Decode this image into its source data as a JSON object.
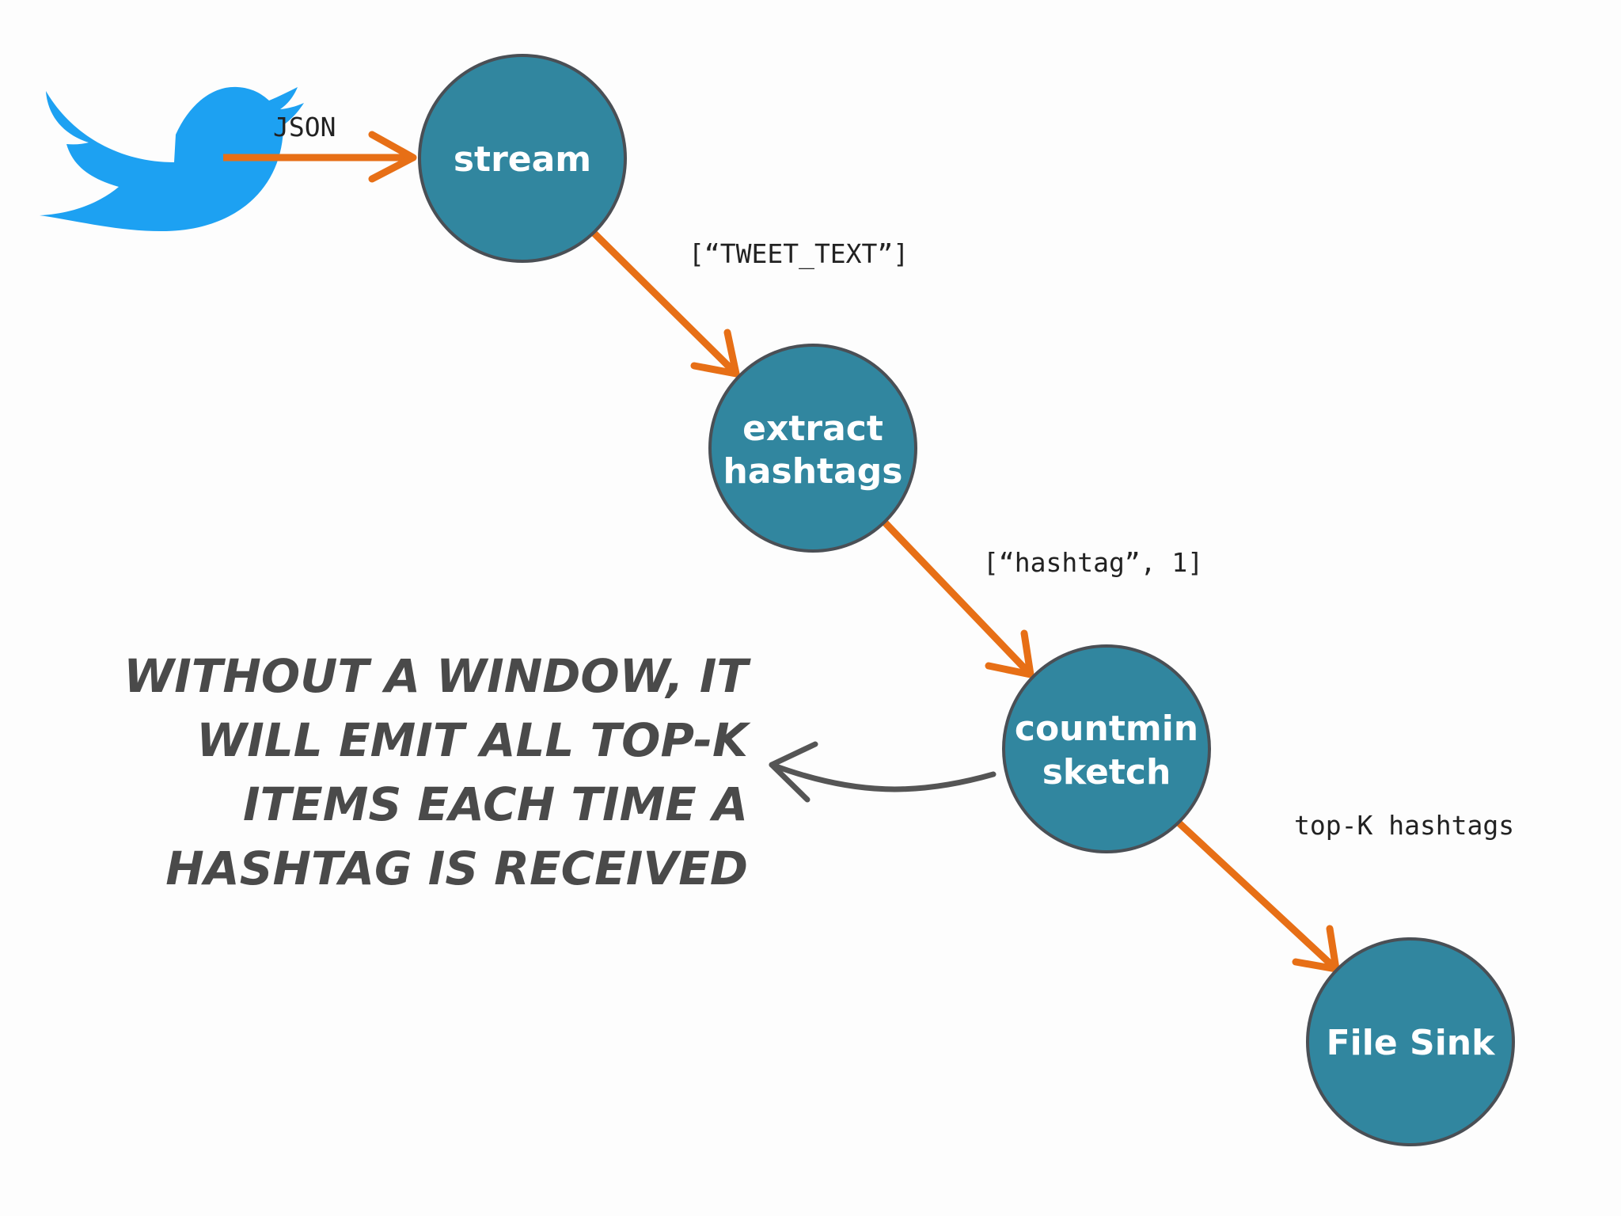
{
  "source": {
    "icon": "twitter-bird-icon",
    "color": "#1da1f2"
  },
  "nodes": {
    "stream": {
      "label_lines": [
        "stream"
      ]
    },
    "extract": {
      "label_lines": [
        "extract",
        "hashtags"
      ]
    },
    "countmin": {
      "label_lines": [
        "countmin",
        "sketch"
      ]
    },
    "sink": {
      "label_lines": [
        "File Sink"
      ]
    }
  },
  "edges": {
    "source_to_stream": {
      "label": "JSON"
    },
    "stream_to_extract": {
      "label": "[“TWEET_TEXT”]"
    },
    "extract_to_countmin": {
      "label": "[“hashtag”, 1]"
    },
    "countmin_to_sink": {
      "label": "top-K hashtags"
    }
  },
  "annotation": {
    "lines": [
      "WITHOUT A WINDOW, IT",
      "WILL EMIT ALL TOP-K",
      "ITEMS EACH TIME A",
      "HASHTAG IS RECEIVED"
    ]
  },
  "colors": {
    "node_fill": "#31869f",
    "node_stroke": "#4a4f55",
    "edge": "#e76f16",
    "annotation_text": "#4a4a4a"
  }
}
